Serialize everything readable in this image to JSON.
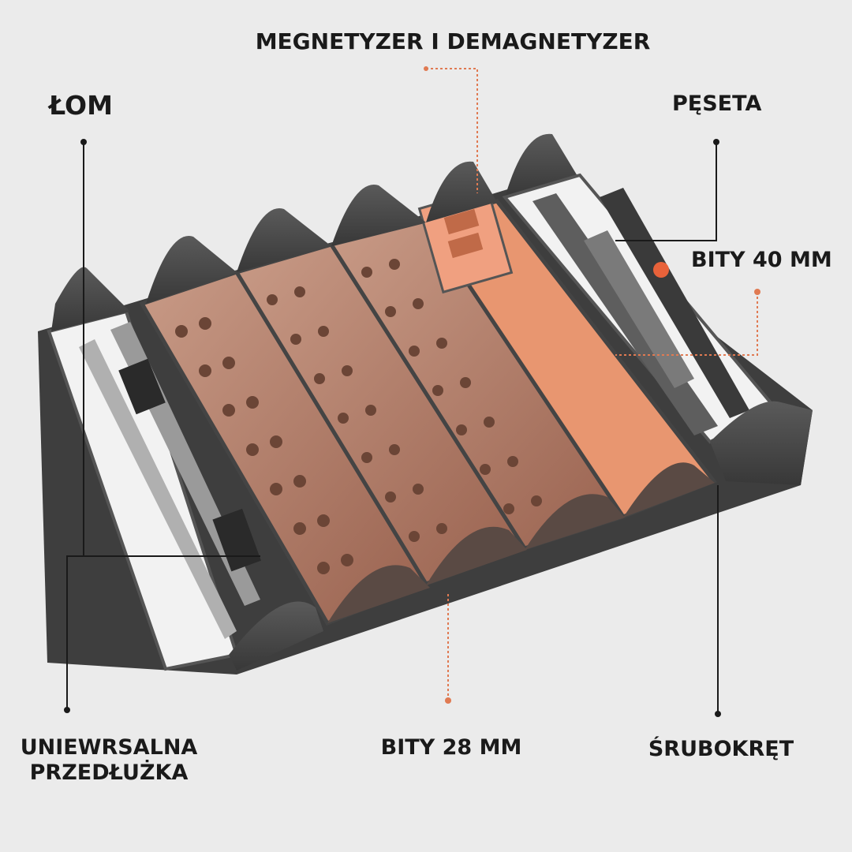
{
  "labels": {
    "magnetizer": "MEGNETYZER I DEMAGNETYZER",
    "crowbar": "ŁOM",
    "tweezers": "PĘSETA",
    "bits_40mm": "BITY 40 MM",
    "extension_line1": "UNIEWRSALNA",
    "extension_line2": "PRZEDŁUŻKA",
    "bits_28mm": "BITY 28 MM",
    "screwdriver": "ŚRUBOKRĘT"
  },
  "colors": {
    "background": "#ebebeb",
    "case": "#4a4a4a",
    "bit_tray": "#b07a63",
    "highlight_accent": "#e8845a",
    "callout_line": "#1a1a1a",
    "accent_line": "#e07a52"
  }
}
